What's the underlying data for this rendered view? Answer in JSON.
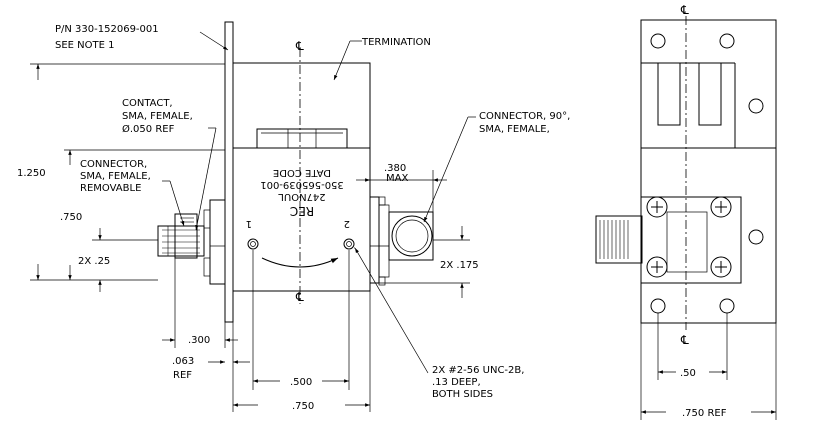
{
  "notes": {
    "part_number": "P/N 330-152069-001",
    "see_note": "SEE NOTE 1",
    "termination": "TERMINATION",
    "contact": [
      "CONTACT,",
      "SMA, FEMALE,",
      "Ø.050 REF"
    ],
    "connector_left": [
      "CONNECTOR,",
      "SMA, FEMALE,",
      "REMOVABLE"
    ],
    "connector_right": [
      "CONNECTOR, 90°,",
      "SMA, FEMALE,"
    ],
    "holes": [
      "2X #2-56 UNC-2B,",
      ".13 DEEP,",
      "BOTH SIDES"
    ]
  },
  "body_label": [
    "REC",
    "247NOUL",
    "350-565039-001",
    "DATE CODE"
  ],
  "ports": {
    "port1": "1",
    "port2": "2"
  },
  "centerline_symbol": "℄",
  "dimensions": {
    "overall_height": "1.250",
    "connector_height": ".750",
    "two_x_25": "2X .25",
    "max_380": ".380",
    "max_label": "MAX",
    "two_x_175": "2X .175",
    "dim_300": ".300",
    "dim_063": ".063",
    "ref": "REF",
    "dim_500": ".500",
    "dim_750": ".750",
    "side_50": ".50",
    "side_750_ref": ".750 REF"
  }
}
